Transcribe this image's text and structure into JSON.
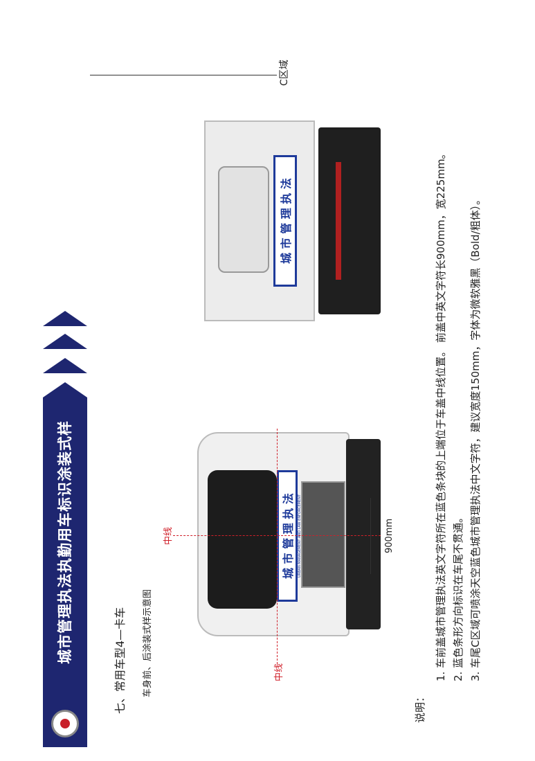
{
  "header": {
    "title": "城市管理执法执勤用车标识涂装式样",
    "logo": "城市管理执法 emblem"
  },
  "section": {
    "heading": "七、常用车型4—卡车",
    "subheading": "车身前、后涂装式样示意图"
  },
  "front_view": {
    "stripe_text": "城 市 管 理 执 法",
    "stripe_english": "URBAN MANAGEMENT AND LAW ENFORCEMENT",
    "centerline_label_top": "中线",
    "centerline_label_side": "中线",
    "dimension_label": "900mm"
  },
  "rear_view": {
    "stripe_text": "城 市 管 理 执 法",
    "zone_label": "C区域"
  },
  "notes": {
    "heading": "说明：",
    "items": [
      "1. 车前盖城市管理执法英文字符所在蓝色条块的上端位于车盖中线位置。  前盖中英文字符长900mm，宽225mm。",
      "2. 蓝色条形方向标识在车尾不贯通。",
      "3. 车尾C区域可喷涂天空蓝色城市管理执法中文字符，建议宽度150mm，字体为微软雅黑（Bold/粗体）。"
    ]
  },
  "colors": {
    "brand": "#1e2670",
    "accent_red": "#d0202a",
    "stripe_blue": "#1e3a9a"
  }
}
